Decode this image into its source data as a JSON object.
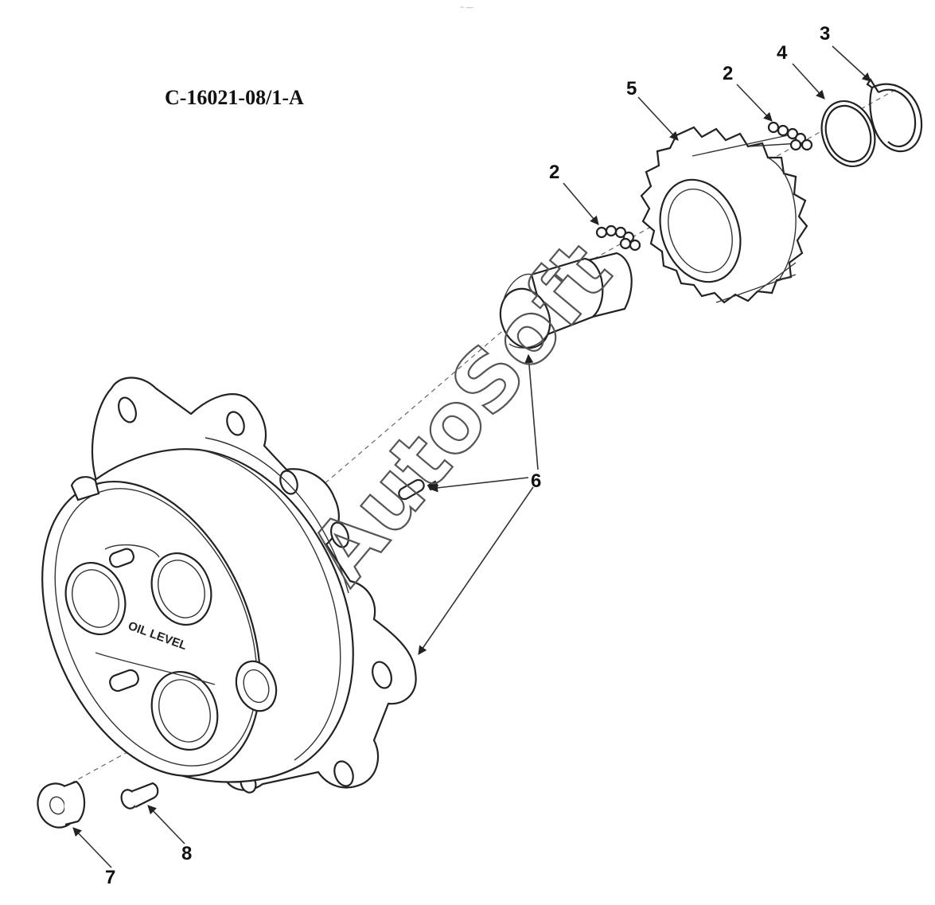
{
  "figure": {
    "reference_code": "C-16021-08/1-A",
    "watermark": "AutoSoft",
    "top_mark": "~ —"
  },
  "callouts": [
    {
      "id": "c3",
      "label": "3"
    },
    {
      "id": "c4",
      "label": "4"
    },
    {
      "id": "c2a",
      "label": "2"
    },
    {
      "id": "c5",
      "label": "5"
    },
    {
      "id": "c2b",
      "label": "2"
    },
    {
      "id": "c6",
      "label": "6"
    },
    {
      "id": "c7",
      "label": "7"
    },
    {
      "id": "c8",
      "label": "8"
    }
  ],
  "cover_label": "OIL LEVEL"
}
